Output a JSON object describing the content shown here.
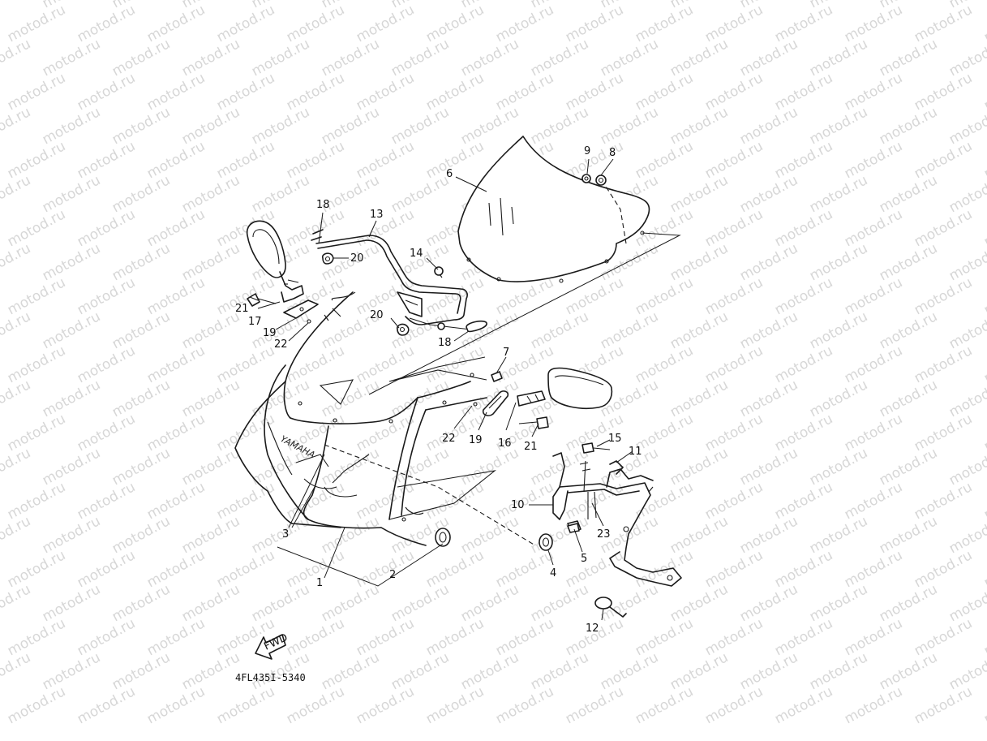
{
  "watermark": {
    "text": "motod.ru"
  },
  "diagram": {
    "part_code": "4FL435I-5340",
    "fwd_label": "FWD",
    "brand_text": "YAMAHA",
    "callouts": {
      "c1": "1",
      "c2": "2",
      "c3": "3",
      "c4": "4",
      "c5": "5",
      "c6": "6",
      "c7": "7",
      "c8": "8",
      "c9": "9",
      "c10": "10",
      "c11": "11",
      "c12": "12",
      "c13": "13",
      "c14": "14",
      "c15": "15",
      "c16": "16",
      "c17": "17",
      "c18a": "18",
      "c18b": "18",
      "c19a": "19",
      "c19b": "19",
      "c20a": "20",
      "c20b": "20",
      "c21a": "21",
      "c21b": "21",
      "c22a": "22",
      "c22b": "22",
      "c23": "23"
    }
  }
}
